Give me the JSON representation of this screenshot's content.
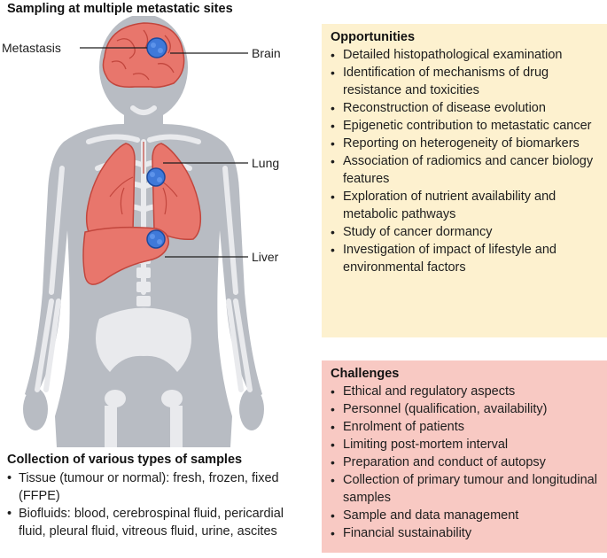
{
  "title": "Sampling at multiple metastatic sites",
  "figure": {
    "labels": {
      "metastasis": "Metastasis",
      "brain": "Brain",
      "lung": "Lung",
      "liver": "Liver"
    },
    "colors": {
      "body": "#b8bcc3",
      "bone": "#e9eaed",
      "organ": "#e8766c",
      "tumour": "#3f79d9"
    }
  },
  "samples": {
    "heading": "Collection of various types of samples",
    "items": [
      "Tissue (tumour or normal): fresh, frozen, fixed (FFPE)",
      "Biofluids: blood, cerebrospinal fluid, pericardial fluid, pleural fluid, vitreous fluid, urine, ascites"
    ]
  },
  "opportunities": {
    "heading": "Opportunities",
    "color": "#fdf1cf",
    "items": [
      "Detailed histopathological examination",
      "Identification of mechanisms of drug resistance and toxicities",
      "Reconstruction of disease evolution",
      "Epigenetic contribution to metastatic cancer",
      "Reporting on heterogeneity of biomarkers",
      "Association of radiomics and cancer biology features",
      "Exploration of nutrient availability and metabolic pathways",
      "Study of cancer dormancy",
      "Investigation of impact of lifestyle and environmental factors"
    ]
  },
  "challenges": {
    "heading": "Challenges",
    "color": "#f8c9c3",
    "items": [
      "Ethical and regulatory aspects",
      "Personnel (qualification, availability)",
      "Enrolment of patients",
      "Limiting post-mortem interval",
      "Preparation and conduct of autopsy",
      "Collection of primary tumour and longitudinal samples",
      "Sample and data management",
      "Financial sustainability"
    ]
  }
}
